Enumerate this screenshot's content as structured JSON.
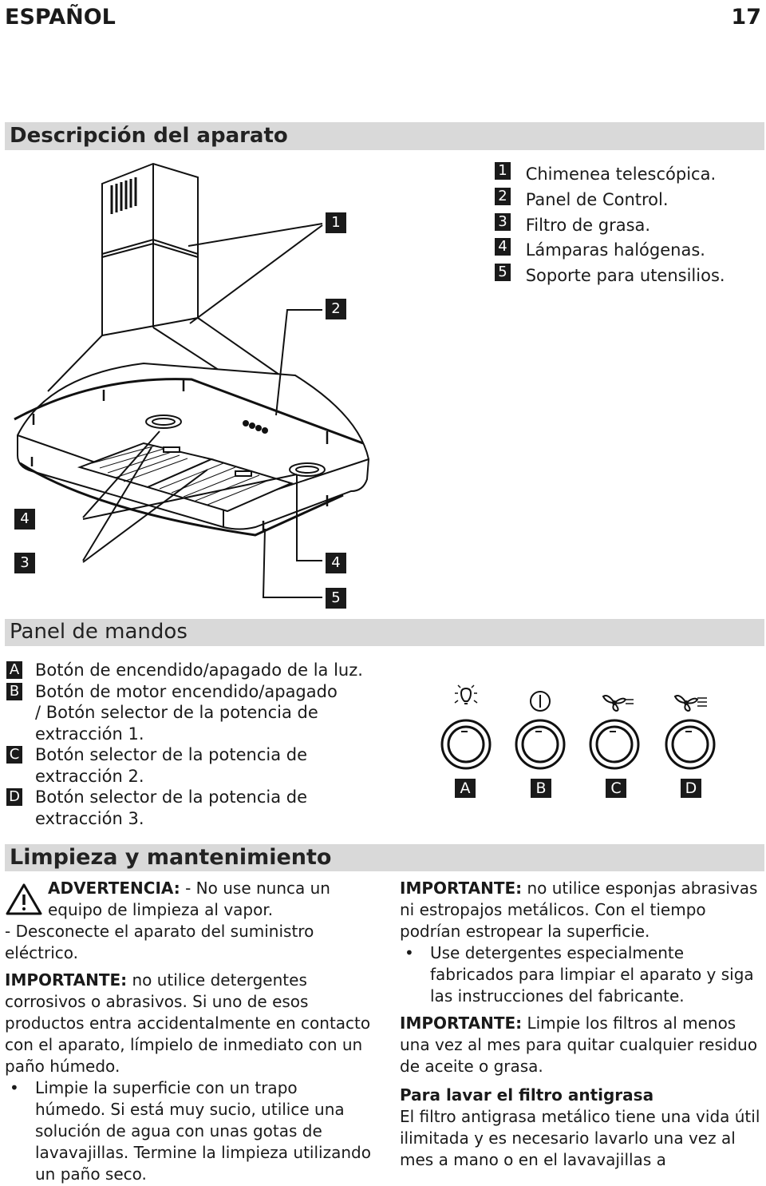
{
  "header": {
    "language": "ESPAÑOL",
    "page_number": "17"
  },
  "section1": {
    "title": "Descripción del aparato",
    "legend": [
      {
        "key": "1",
        "text": "Chimenea telescópica."
      },
      {
        "key": "2",
        "text": "Panel de Control."
      },
      {
        "key": "3",
        "text": "Filtro de grasa."
      },
      {
        "key": "4",
        "text": "Lámparas halógenas."
      },
      {
        "key": "5",
        "text": "Soporte para utensilios."
      }
    ],
    "callouts": [
      "1",
      "2",
      "4",
      "3",
      "4",
      "5"
    ]
  },
  "section2": {
    "title": "Panel de mandos",
    "items": [
      {
        "key": "A",
        "lines": [
          "Botón de encendido/apagado de la luz."
        ]
      },
      {
        "key": "B",
        "lines": [
          "Botón de motor encendido/apagado",
          "/ Botón selector de la potencia de",
          "extracción 1."
        ]
      },
      {
        "key": "C",
        "lines": [
          "Botón selector de la potencia de",
          "extracción 2."
        ]
      },
      {
        "key": "D",
        "lines": [
          "Botón selector de la potencia de",
          "extracción 3."
        ]
      }
    ],
    "control_labels": [
      "A",
      "B",
      "C",
      "D"
    ]
  },
  "section3": {
    "title": "Limpieza y mantenimiento",
    "left": {
      "warning_bold": "ADVERTENCIA:",
      "warning_line1": " - No use nunca un",
      "warning_line2": "equipo de limpieza al vapor.",
      "p1": "- Desconecte el aparato del suministro eléctrico.",
      "p2_bold": "IMPORTANTE:",
      "p2": " no utilice detergentes corrosivos o abrasivos. Si uno de esos productos entra accidentalmente en contacto con el aparato, límpielo de inmediato con un paño húmedo.",
      "bullet": "Limpie la superficie con un trapo húmedo. Si está muy sucio, utilice una solución de agua con unas gotas de lavavajillas. Termine la limpieza utilizando un paño seco."
    },
    "right": {
      "p1_bold": "IMPORTANTE:",
      "p1": " no utilice esponjas abrasivas ni estropajos metálicos. Con el tiempo podrían estropear la superficie.",
      "bullet": "Use detergentes especialmente fabricados para limpiar el aparato y siga las instrucciones del fabricante.",
      "p2_bold": "IMPORTANTE:",
      "p2": " Limpie los filtros al menos una vez al mes para quitar cualquier residuo de aceite o grasa.",
      "subheading": "Para lavar el filtro antigrasa",
      "p3": "El filtro antigrasa metálico tiene una vida útil ilimitada y es necesario lavarlo una vez al mes a mano o en el lavavajillas a"
    }
  }
}
